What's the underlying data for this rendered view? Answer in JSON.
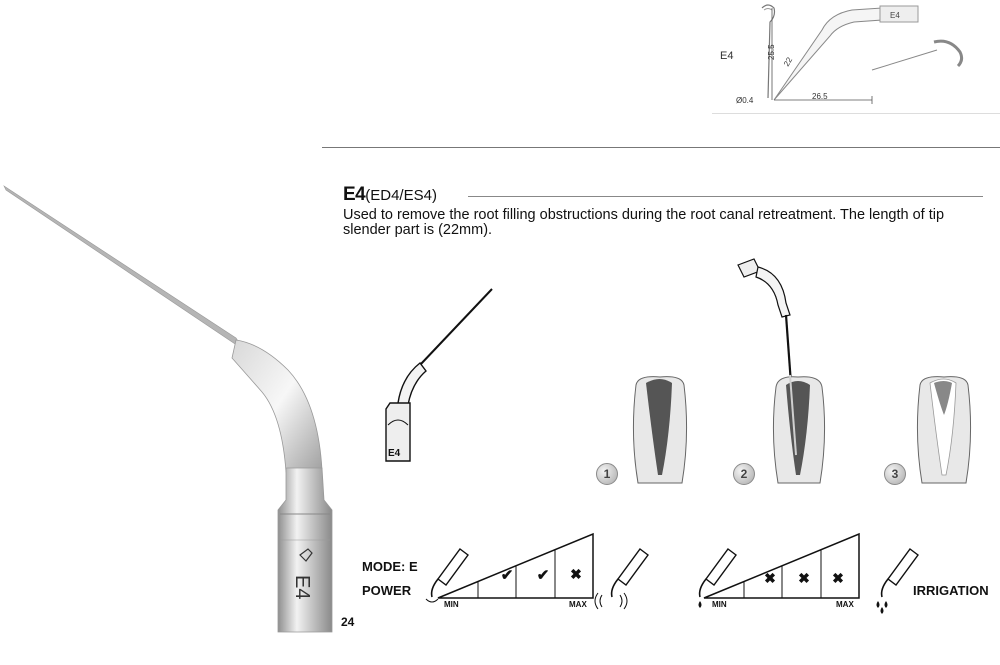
{
  "product": {
    "code": "E4",
    "alt_codes": "(ED4/ES4)",
    "description": "Used to remove the root filling obstructions during the root canal retreatment. The length of tip slender part is (22mm)."
  },
  "diagram": {
    "label": "E4",
    "tip_label": "E4",
    "dimensions": [
      "25.5",
      "22",
      "26.5",
      "Ø0.4"
    ]
  },
  "tip_engraving": "E4",
  "steps": [
    "1",
    "2",
    "3"
  ],
  "settings": {
    "mode_label": "MODE: E",
    "power_label": "POWER",
    "irrigation_label": "IRRIGATION",
    "min_label": "MIN",
    "max_label": "MAX",
    "power_marks": [
      "✔",
      "✔",
      "✖"
    ],
    "irrigation_marks": [
      "✖",
      "✖",
      "✖"
    ]
  },
  "page_number": "24",
  "colors": {
    "metal_light": "#e6e6e6",
    "metal_dark": "#9a9a9a",
    "tooth_dark": "#555555"
  }
}
